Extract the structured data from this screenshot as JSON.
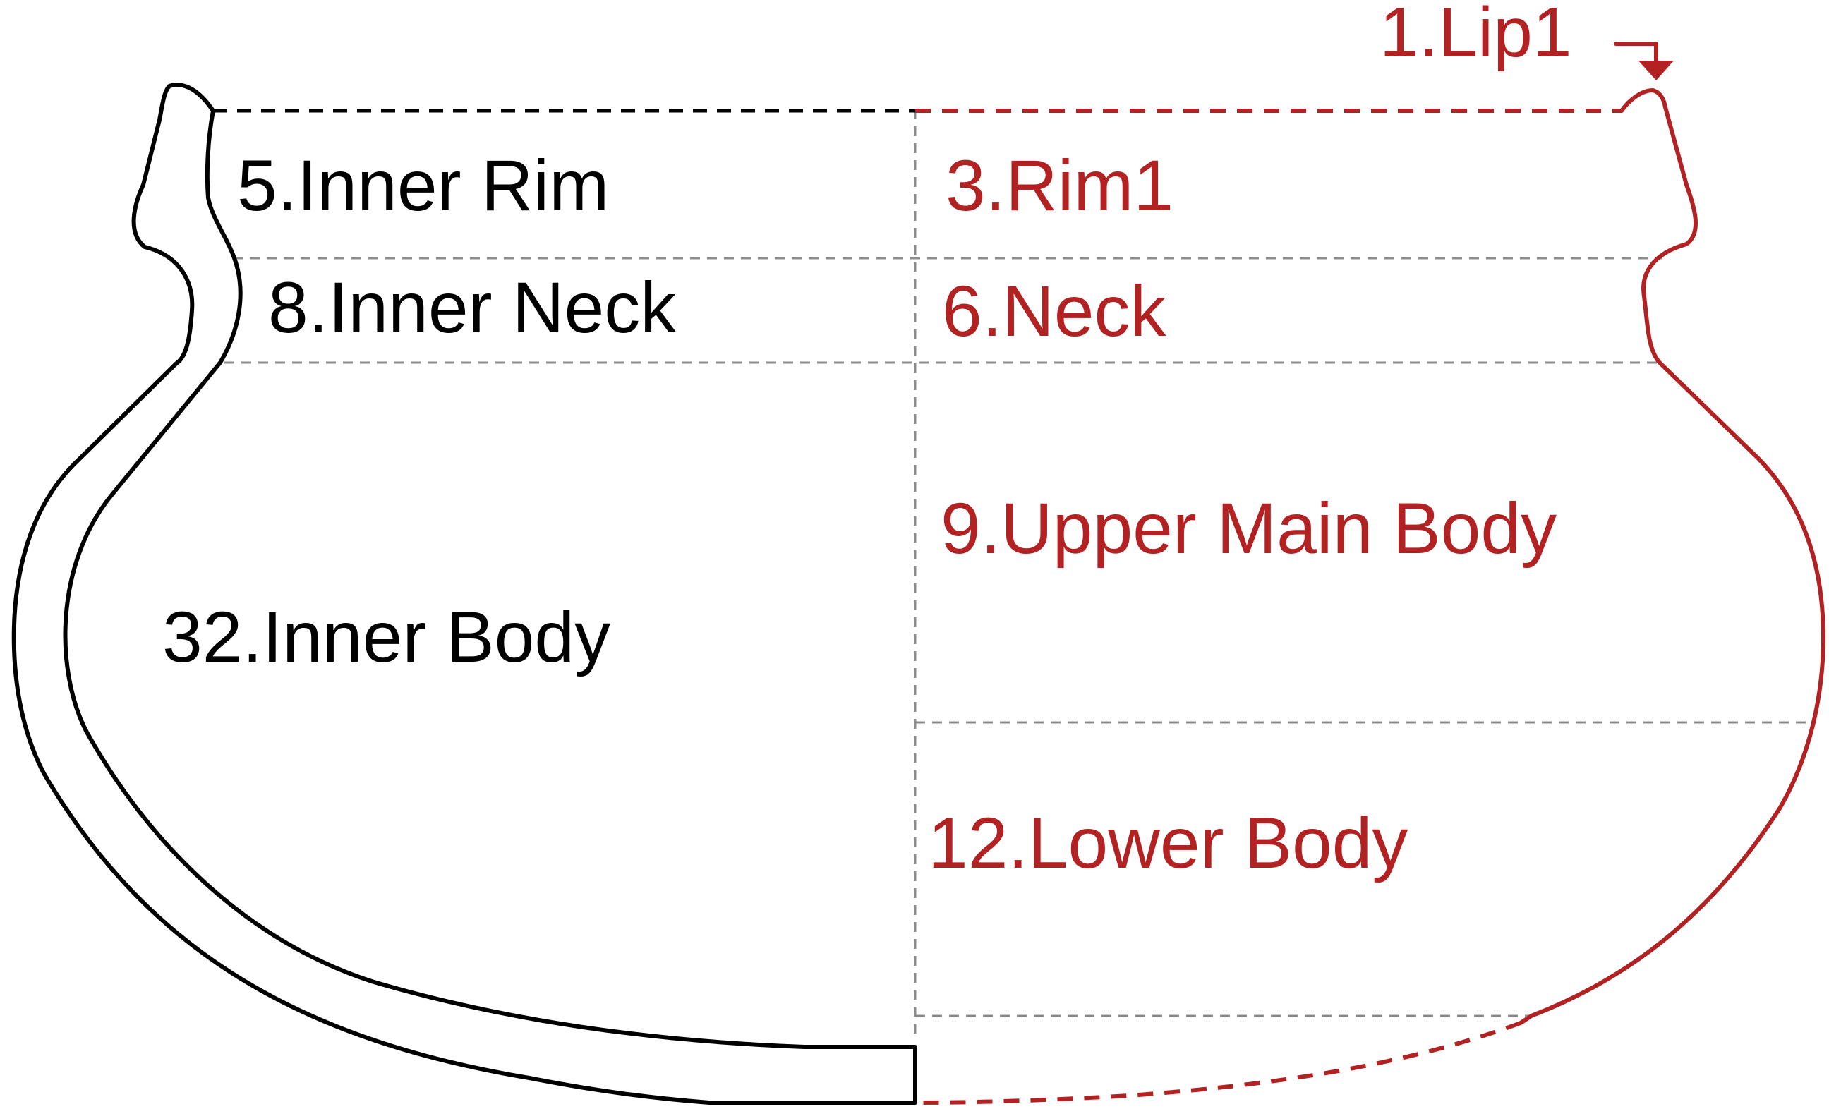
{
  "labels": {
    "lip": "1.Lip1",
    "rim": "3.Rim1",
    "inner_rim": "5.Inner Rim",
    "neck": "6.Neck",
    "inner_neck": "8.Inner Neck",
    "upper_main_body": "9.Upper Main Body",
    "lower_body": "12.Lower Body",
    "inner_body": "32.Inner Body"
  },
  "colors": {
    "inner_profile": "#000000",
    "outer_profile": "#b22222",
    "zone_divider": "#8c8c8c"
  }
}
